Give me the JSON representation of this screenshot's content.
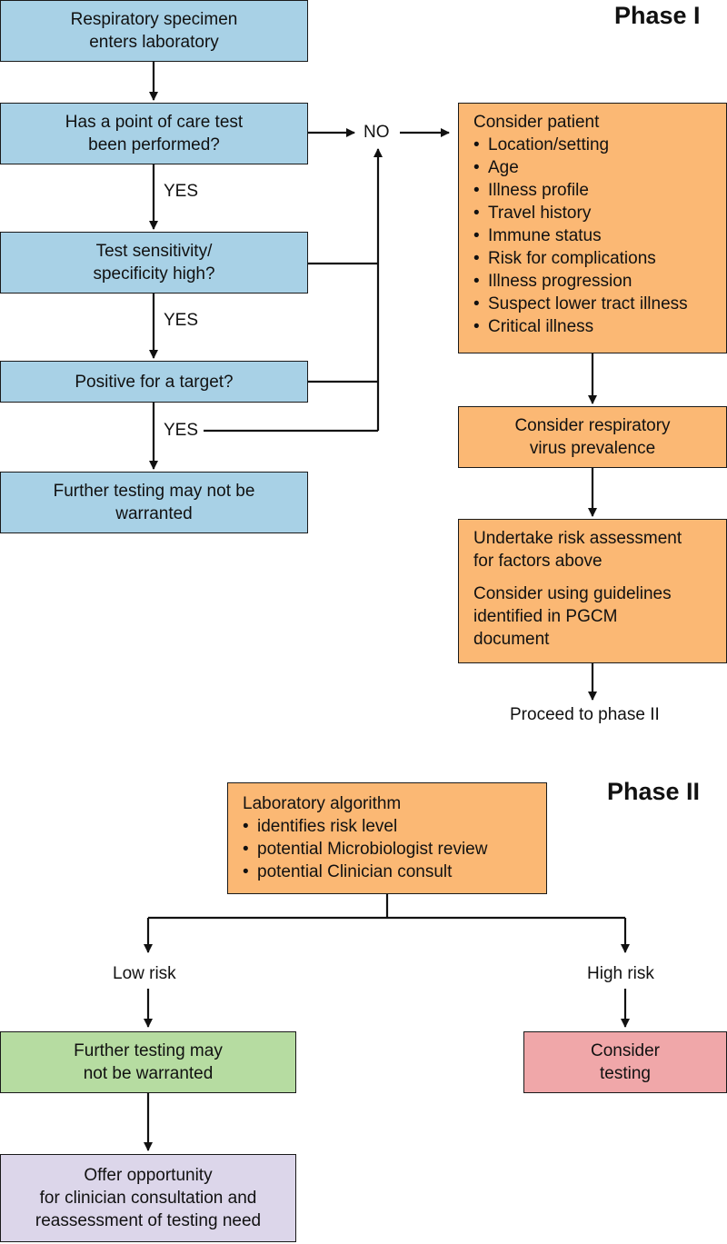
{
  "phase1": {
    "heading": "Phase I",
    "specimen": [
      "Respiratory specimen",
      "enters laboratory"
    ],
    "poc_question": [
      "Has a point of care test",
      "been performed?"
    ],
    "sensitivity_question": [
      "Test sensitivity/",
      "specificity high?"
    ],
    "positive_question": "Positive for a target?",
    "further_testing": [
      "Further testing may not be",
      "warranted"
    ],
    "yes": "YES",
    "no": "NO",
    "consider_patient": {
      "title": "Consider patient",
      "items": [
        "Location/setting",
        "Age",
        "Illness profile",
        "Travel history",
        "Immune status",
        "Risk for complications",
        "Illness progression",
        "Suspect lower tract illness",
        "Critical illness"
      ]
    },
    "prevalence": [
      "Consider respiratory",
      "virus prevalence"
    ],
    "risk_assessment": {
      "line1": [
        "Undertake risk assessment",
        "for factors above"
      ],
      "line2": [
        "Consider using guidelines",
        "identified in PGCM",
        "document"
      ]
    },
    "proceed": "Proceed to phase II"
  },
  "phase2": {
    "heading": "Phase II",
    "algorithm": {
      "title": "Laboratory algorithm",
      "items": [
        "identifies risk level",
        "potential Microbiologist review",
        "potential Clinician consult"
      ]
    },
    "low_risk": "Low risk",
    "high_risk": "High risk",
    "further_testing": [
      "Further testing may",
      "not be warranted"
    ],
    "consider_testing": [
      "Consider",
      "testing"
    ],
    "offer": [
      "Offer opportunity",
      "for clinician consultation and",
      "reassessment of testing need"
    ]
  }
}
